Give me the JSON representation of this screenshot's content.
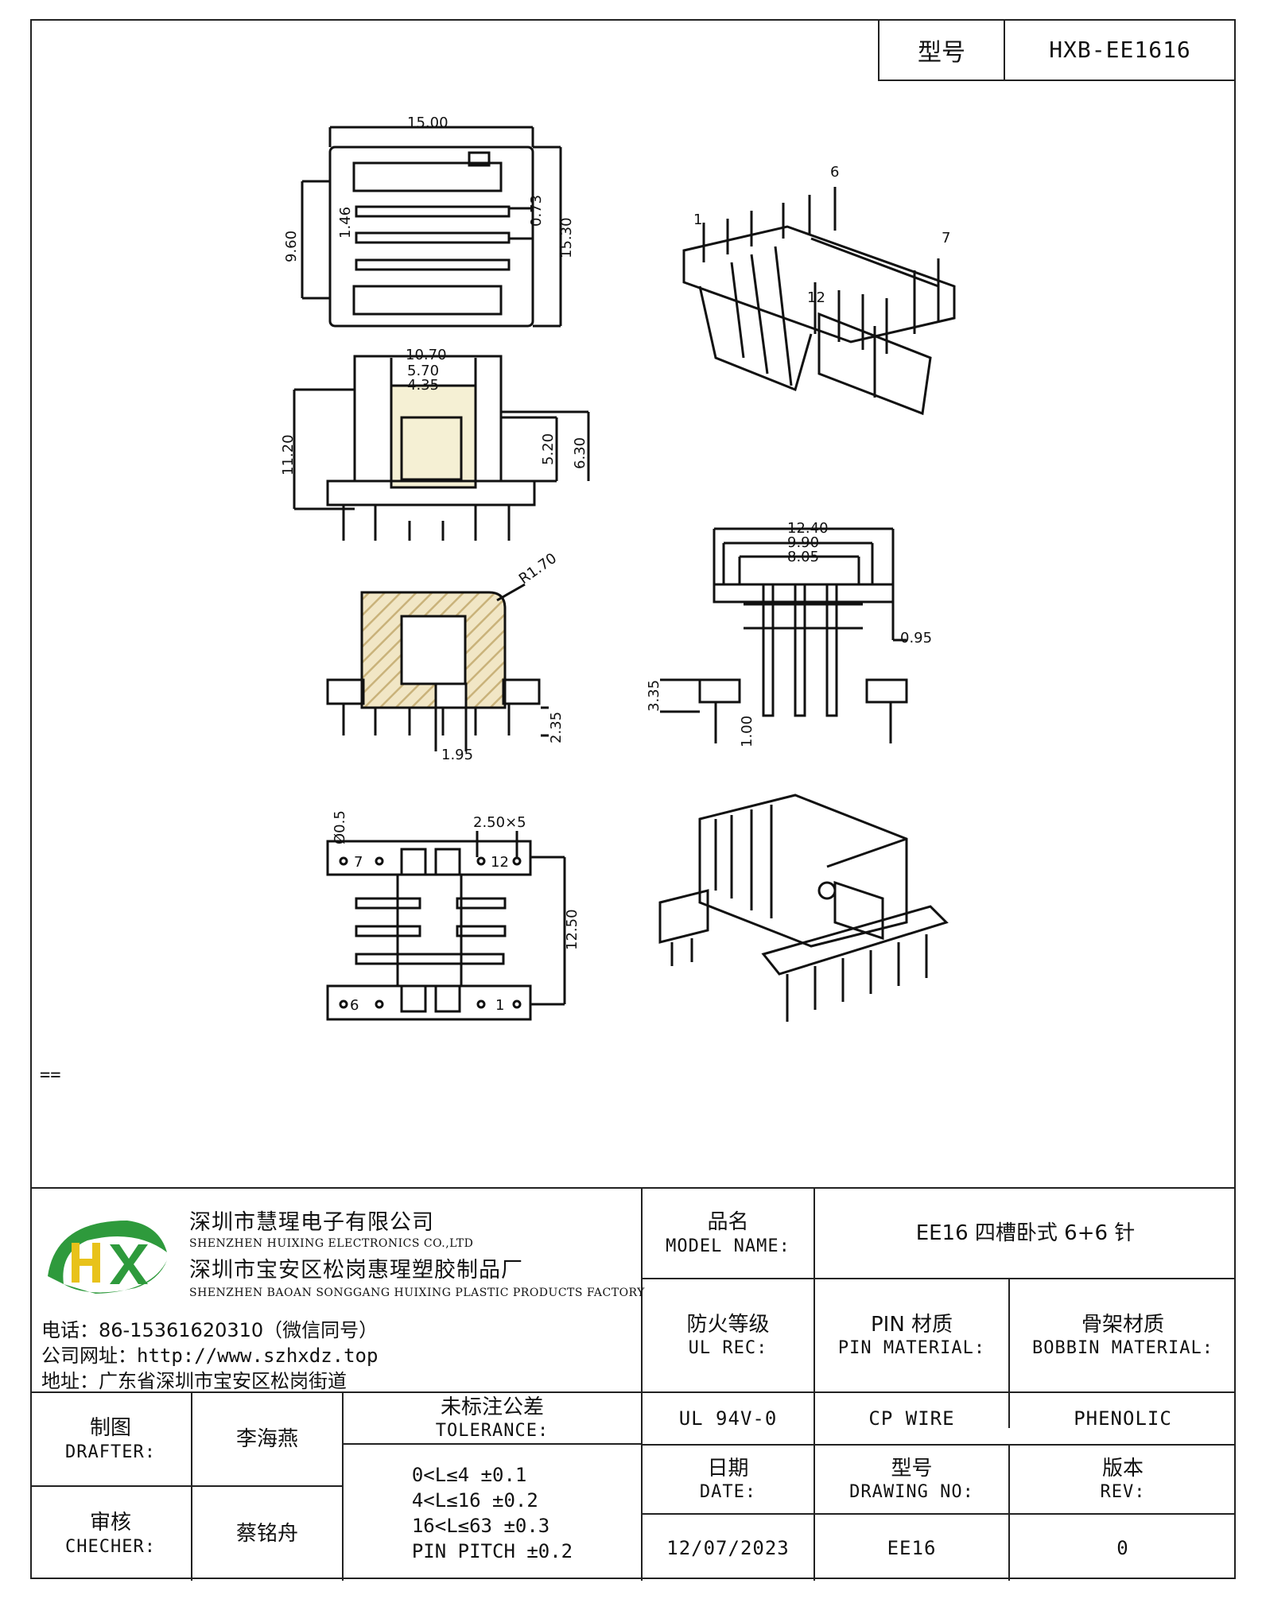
{
  "header": {
    "type_label": "型号",
    "type_value": "HXB-EE1616"
  },
  "drawing": {
    "dims": {
      "a": "15.00",
      "b": "9.60",
      "c": "1.46",
      "d": "0.73",
      "e": "15.30",
      "f": "10.70",
      "g": "5.70",
      "h": "4.35",
      "i": "11.20",
      "j": "5.20",
      "k": "6.30",
      "r": "R1.70",
      "l": "1.95",
      "m": "2.35",
      "n": "12.40",
      "o": "9.90",
      "p": "8.05",
      "q": "0.95",
      "s": "3.35",
      "t": "1.00",
      "u": "Ø0.5",
      "v": "2.50×5",
      "w": "12.50"
    },
    "pins": {
      "p1": "1",
      "p6": "6",
      "p7": "7",
      "p12": "12"
    },
    "stray_mark": "=="
  },
  "title_block": {
    "company": {
      "name_cn": "深圳市慧瑆电子有限公司",
      "name_en": "SHENZHEN HUIXING ELECTRONICS CO.,LTD",
      "factory_cn": "深圳市宝安区松岗惠瑆塑胶制品厂",
      "factory_en": "SHENZHEN BAOAN SONGGANG HUIXING PLASTIC PRODUCTS FACTORY",
      "phone": "电话：86-15361620310（微信同号）",
      "website_label": "公司网址：",
      "website": "http://www.szhxdz.top",
      "address": "地址：广东省深圳市宝安区松岗街道",
      "logo_text": "HX",
      "logo_colors": {
        "green": "#2e9a3c",
        "yellow": "#e8c21a"
      }
    },
    "model_name": {
      "cn": "品名",
      "en": "MODEL NAME:",
      "value": "EE16 四槽卧式 6+6 针"
    },
    "ul": {
      "cn": "防火等级",
      "en": "UL REC:",
      "value": "UL 94V-0"
    },
    "pin_material": {
      "cn": "PIN 材质",
      "en": "PIN MATERIAL:",
      "value": "CP WIRE"
    },
    "bobbin_material": {
      "cn": "骨架材质",
      "en": "BOBBIN MATERIAL:",
      "value": "PHENOLIC"
    },
    "drafter": {
      "cn": "制图",
      "en": "DRAFTER:",
      "value": "李海燕"
    },
    "checker": {
      "cn": "审核",
      "en": "CHECHER:",
      "value": "蔡铭舟"
    },
    "tolerance": {
      "cn": "未标注公差",
      "en": "TOLERANCE:",
      "lines": [
        "0<L≤4  ±0.1",
        "4<L≤16 ±0.2",
        "16<L≤63 ±0.3",
        "PIN PITCH ±0.2"
      ]
    },
    "date": {
      "cn": "日期",
      "en": "DATE:",
      "value": "12/07/2023"
    },
    "drawing_no": {
      "cn": "型号",
      "en": "DRAWING NO:",
      "value": "EE16"
    },
    "rev": {
      "cn": "版本",
      "en": "REV:",
      "value": "0"
    }
  }
}
